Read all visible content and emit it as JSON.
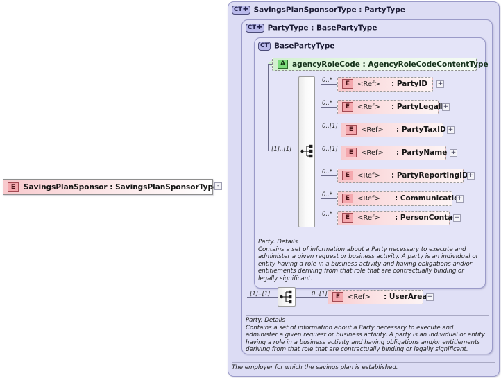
{
  "diagram": {
    "type": "xsd-schema-element-diagram",
    "root_element": {
      "badge": "E",
      "label": "SavingsPlanSponsor : SavingsPlanSponsorType",
      "collapse_toggle": "-"
    },
    "panels": [
      {
        "badge": "CT",
        "has_plus": true,
        "title": "SavingsPlanSponsorType : PartyType"
      },
      {
        "badge": "CT",
        "has_plus": true,
        "title": "PartyType : BasePartyType"
      },
      {
        "badge": "CT",
        "has_plus": false,
        "title": "BasePartyType"
      }
    ],
    "attribute": {
      "badge": "A",
      "label": "agencyRoleCode : AgencyRoleCodeContentType"
    },
    "sequence_cardinality_main": "[1]..[1]",
    "sequence_cardinality_userarea": "[1]..[1]",
    "elements": [
      {
        "badge": "E",
        "ref": "<Ref>",
        "name": ": PartyID",
        "cardinality": "0..*",
        "expander": "+"
      },
      {
        "badge": "E",
        "ref": "<Ref>",
        "name": ": PartyLegalID",
        "cardinality": "0..*",
        "expander": "+"
      },
      {
        "badge": "E",
        "ref": "<Ref>",
        "name": ": PartyTaxID",
        "cardinality": "0..[1]",
        "expander": "+"
      },
      {
        "badge": "E",
        "ref": "<Ref>",
        "name": ": PartyName",
        "cardinality": "0..[1]",
        "expander": "+"
      },
      {
        "badge": "E",
        "ref": "<Ref>",
        "name": ": PartyReportingIDs",
        "cardinality": "0..*",
        "expander": "+"
      },
      {
        "badge": "E",
        "ref": "<Ref>",
        "name": ": Communication",
        "cardinality": "0..*",
        "expander": "+"
      },
      {
        "badge": "E",
        "ref": "<Ref>",
        "name": ": PersonContact",
        "cardinality": "0..*",
        "expander": "+"
      }
    ],
    "user_area": {
      "badge": "E",
      "ref": "<Ref>",
      "name": ": UserArea",
      "cardinality": "0..[1]",
      "expander": "+"
    },
    "documentation_inner": "Party. Details\nContains a set of information about a Party necessary to execute and administer a given request or business activity. A party is an individual or entity having a role in a business activity and having obligations and/or entitlements deriving from that role that are contractually binding or legally significant.",
    "documentation_mid": "Party. Details\nContains a set of information about a Party necessary to execute and administer a given request or business activity. A party is an individual or entity having a role in a business activity and having obligations and/or entitlements deriving from that role that are contractually binding or legally significant.",
    "documentation_outer": "The employer for which the savings plan is established."
  },
  "colors": {
    "panel_outer": "#dcdcf4",
    "panel_mid": "#e0e0f6",
    "panel_inner": "#e4e4f8",
    "element_fill": "#f8c9cd",
    "attribute_fill": "#d2f0cf",
    "badge_ct": "#b9b9ea",
    "line": "#6b6b8a"
  }
}
